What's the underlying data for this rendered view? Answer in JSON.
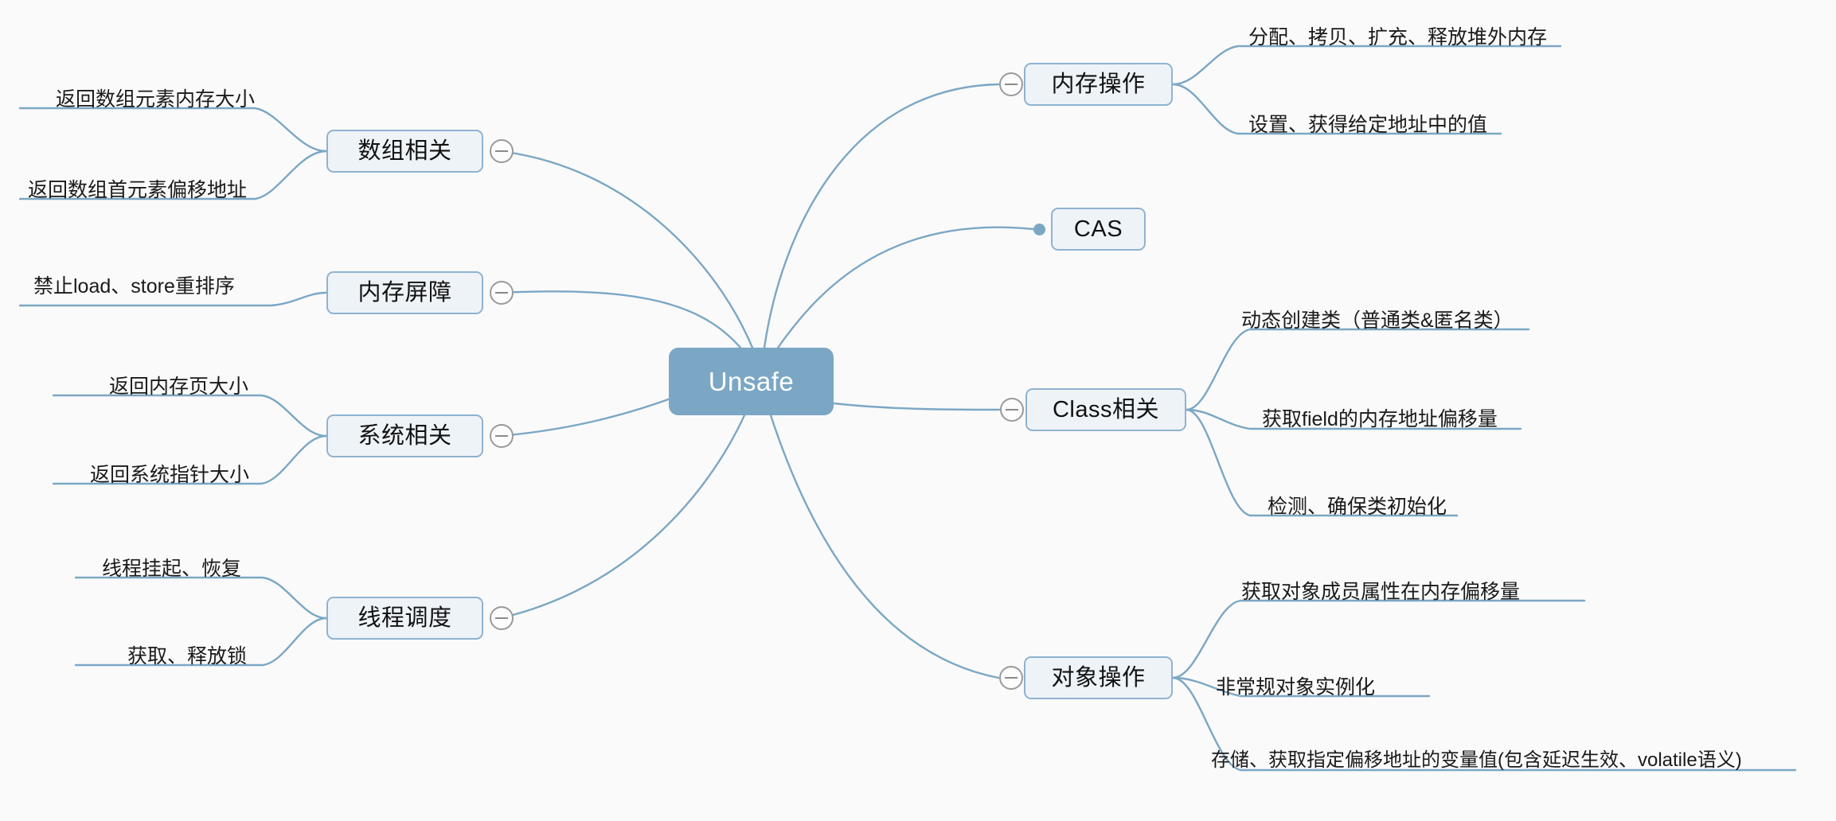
{
  "diagram": {
    "type": "mindmap",
    "title": "Unsafe",
    "background_color": "#fafafa",
    "root_color": "#7ba7c4",
    "node_fill": "#eef3f8",
    "node_border": "#8fb3d0",
    "edge_color": "#7ba7c4"
  },
  "root": {
    "label": "Unsafe"
  },
  "branches": {
    "array": {
      "label": "数组相关",
      "collapse_icon": "minus-circle-icon",
      "children": [
        {
          "label": "返回数组元素内存大小"
        },
        {
          "label": "返回数组首元素偏移地址"
        }
      ]
    },
    "memory_barrier": {
      "label": "内存屏障",
      "collapse_icon": "minus-circle-icon",
      "children": [
        {
          "label": "禁止load、store重排序"
        }
      ]
    },
    "system": {
      "label": "系统相关",
      "collapse_icon": "minus-circle-icon",
      "children": [
        {
          "label": "返回内存页大小"
        },
        {
          "label": "返回系统指针大小"
        }
      ]
    },
    "thread": {
      "label": "线程调度",
      "collapse_icon": "minus-circle-icon",
      "children": [
        {
          "label": "线程挂起、恢复"
        },
        {
          "label": "获取、释放锁"
        }
      ]
    },
    "memory_op": {
      "label": "内存操作",
      "collapse_icon": "minus-circle-icon",
      "children": [
        {
          "label": "分配、拷贝、扩充、释放堆外内存"
        },
        {
          "label": "设置、获得给定地址中的值"
        }
      ]
    },
    "cas": {
      "label": "CAS",
      "collapse_icon": "dot-icon",
      "children": []
    },
    "class_rel": {
      "label": "Class相关",
      "collapse_icon": "minus-circle-icon",
      "children": [
        {
          "label": "动态创建类（普通类&匿名类）"
        },
        {
          "label": "获取field的内存地址偏移量"
        },
        {
          "label": "检测、确保类初始化"
        }
      ]
    },
    "object_op": {
      "label": "对象操作",
      "collapse_icon": "minus-circle-icon",
      "children": [
        {
          "label": "获取对象成员属性在内存偏移量"
        },
        {
          "label": "非常规对象实例化"
        },
        {
          "label": "存储、获取指定偏移地址的变量值(包含延迟生效、volatile语义)"
        }
      ]
    }
  }
}
